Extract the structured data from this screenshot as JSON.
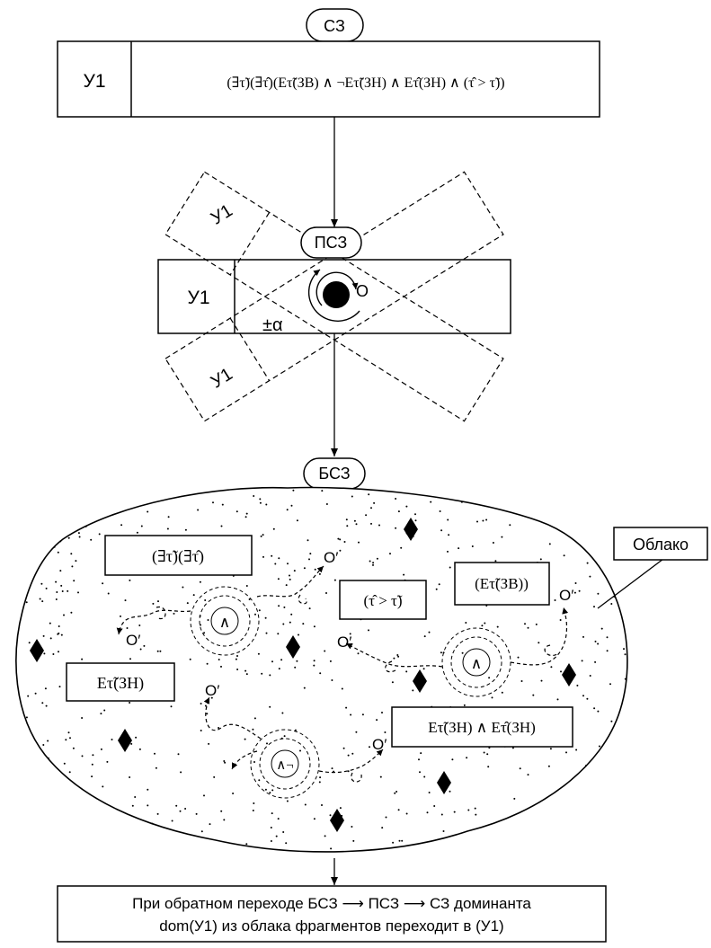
{
  "top_label": "СЗ",
  "top_row": {
    "cell_label": "У1",
    "formula": "(∃τ̃)(∃τ̂)(Eτ̃(ЗВ) ∧ ¬Eτ̃(ЗН) ∧ Eτ̂(ЗН) ∧ (τ̂ > τ̃))"
  },
  "middle_label": "ПСЗ",
  "middle_row": {
    "cell_label": "У1",
    "rotated_upper": "У1",
    "rotated_lower": "У1",
    "point_label": "O",
    "rotation_label": "±α"
  },
  "cloud_label": "БСЗ",
  "cloud": {
    "callout": "Облако",
    "fragments": {
      "quantifiers": "(∃τ̃)(∃τ̂)",
      "order": "(τ̂ > τ̃)",
      "event_zv": "(Eτ̃(ЗВ))",
      "event_zn": "Eτ̃(ЗН)",
      "conj_events": "Eτ̃(ЗН) ∧ Eτ̂(ЗН)"
    },
    "operators": {
      "and_1": "∧",
      "and_2": "∧",
      "and_not": "∧¬"
    },
    "prime_label": "O′"
  },
  "footer": {
    "line1": "При обратном переходе БСЗ ⟶ ПСЗ ⟶ СЗ  доминанта",
    "line2": "dom(У1) из облака фрагментов переходит в (У1)"
  }
}
